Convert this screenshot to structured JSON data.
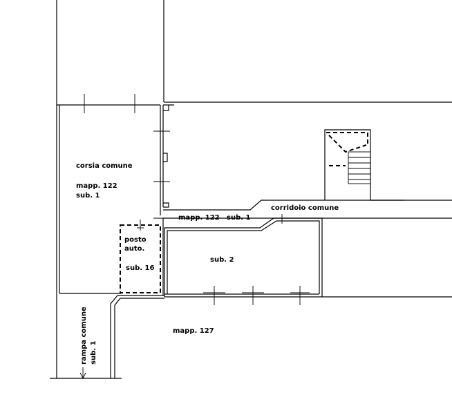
{
  "labels": {
    "corsia_comune": "corsia comune",
    "mapp_122_a": "mapp. 122",
    "sub_1_a": "sub. 1",
    "mapp_122_b": "mapp. 122",
    "sub_1_b": "sub. 1",
    "corridoio_comune": "corridoio comune",
    "posto": "posto",
    "auto": "auto.",
    "sub_16": "sub. 16",
    "sub_2": "sub. 2",
    "mapp_127": "mapp. 127",
    "rampa_comune": "rampa comune",
    "sub_1_c": "sub. 1"
  }
}
